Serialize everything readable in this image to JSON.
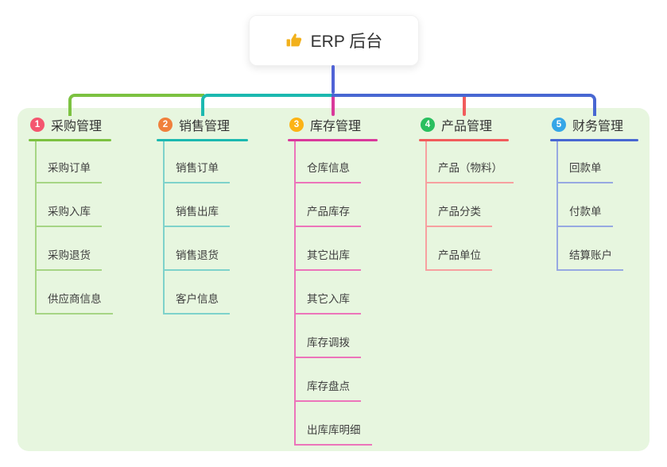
{
  "root": {
    "label": "ERP 后台",
    "icon": "thumbs-up-icon"
  },
  "colors": {
    "canvas_bg": "#ffffff",
    "panel_bg": "#e7f6df",
    "root_card_bg": "#ffffff",
    "root_line": "#5063d6",
    "title_text": "#333333",
    "child_text": "#3f3f3f",
    "thumb_icon": "#f2b11c"
  },
  "branches": [
    {
      "badge": "1",
      "badge_color": "#f4566f",
      "line_color": "#7cc241",
      "light_color": "#a6d584",
      "title": "采购管理",
      "children": [
        "采购订单",
        "采购入库",
        "采购退货",
        "供应商信息"
      ]
    },
    {
      "badge": "2",
      "badge_color": "#f0803c",
      "line_color": "#1cb9b0",
      "light_color": "#7ed2cb",
      "title": "销售管理",
      "children": [
        "销售订单",
        "销售出库",
        "销售退货",
        "客户信息"
      ]
    },
    {
      "badge": "3",
      "badge_color": "#fcb315",
      "line_color": "#d9399b",
      "light_color": "#ec74ba",
      "title": "库存管理",
      "children": [
        "仓库信息",
        "产品库存",
        "其它出库",
        "其它入库",
        "库存调拨",
        "库存盘点",
        "出库库明细"
      ]
    },
    {
      "badge": "4",
      "badge_color": "#2abf5f",
      "line_color": "#f15c5c",
      "light_color": "#f7a0a0",
      "title": "产品管理",
      "children": [
        "产品（物料）",
        "产品分类",
        "产品单位"
      ]
    },
    {
      "badge": "5",
      "badge_color": "#35a6e7",
      "line_color": "#4867d2",
      "light_color": "#97a9e2",
      "title": "财务管理",
      "children": [
        "回款单",
        "付款单",
        "结算账户"
      ]
    }
  ]
}
